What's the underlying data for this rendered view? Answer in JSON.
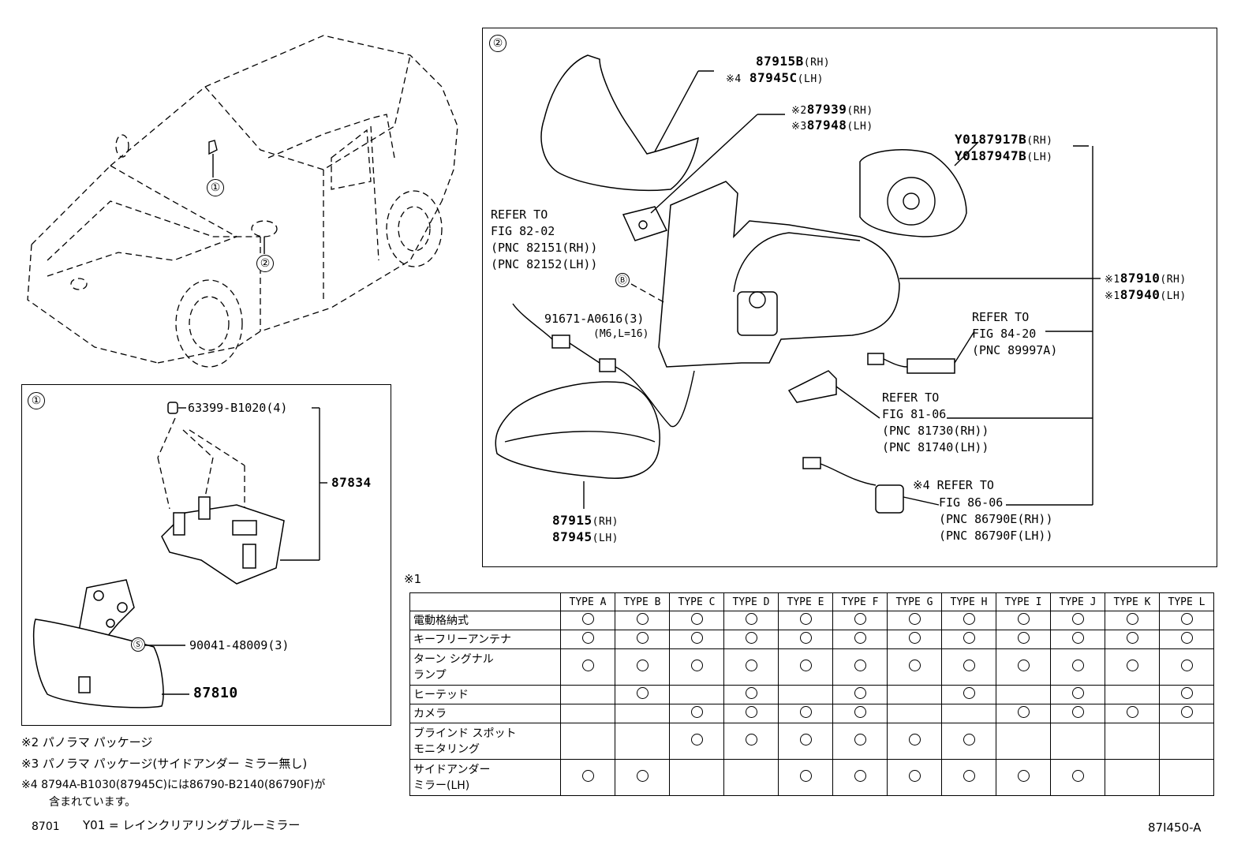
{
  "callouts": {
    "c1": "①",
    "c2": "②",
    "b": "Ⓑ",
    "s": "Ⓢ"
  },
  "box1": {
    "p63399": "63399-B1020(4)",
    "p87834": "87834",
    "p90041": "90041-48009(3)",
    "p87810": "87810"
  },
  "box2": {
    "p87915b": "87915B",
    "rh": "(RH)",
    "lh": "(LH)",
    "m4": "※4",
    "p87945c": "87945C",
    "m2": "※2",
    "p87939": "87939",
    "m3": "※3",
    "p87948": "87948",
    "y01a": "Y01",
    "p87917b": "87917B",
    "y01b": "Y01",
    "p87947b": "87947B",
    "refer1": [
      "REFER TO",
      "FIG 82-02",
      "(PNC 82151(RH))",
      "(PNC 82152(LH))"
    ],
    "p91671": "91671-A0616(3)",
    "m6": "(M6,L=16)",
    "m1a": "※1",
    "p87910": "87910",
    "m1b": "※1",
    "p87940": "87940",
    "refer2": [
      "REFER TO",
      "FIG 84-20",
      "(PNC 89997A)"
    ],
    "refer3": [
      "REFER TO",
      "FIG 81-06",
      "(PNC 81730(RH))",
      "(PNC 81740(LH))"
    ],
    "refer4_head": "※4 REFER TO",
    "refer4": [
      "FIG 86-06",
      "(PNC 86790E(RH))",
      "(PNC 86790F(LH))"
    ],
    "p87915": "87915",
    "p87945": "87945"
  },
  "table": {
    "marker": "※1",
    "headers": [
      "TYPE A",
      "TYPE B",
      "TYPE C",
      "TYPE D",
      "TYPE E",
      "TYPE F",
      "TYPE G",
      "TYPE H",
      "TYPE I",
      "TYPE J",
      "TYPE K",
      "TYPE L"
    ],
    "rows": [
      {
        "feature": "電動格納式",
        "marks": [
          1,
          1,
          1,
          1,
          1,
          1,
          1,
          1,
          1,
          1,
          1,
          1
        ]
      },
      {
        "feature": "キーフリーアンテナ",
        "marks": [
          1,
          1,
          1,
          1,
          1,
          1,
          1,
          1,
          1,
          1,
          1,
          1
        ]
      },
      {
        "feature": "ターン シグナル\nランプ",
        "marks": [
          1,
          1,
          1,
          1,
          1,
          1,
          1,
          1,
          1,
          1,
          1,
          1
        ]
      },
      {
        "feature": "ヒーテッド",
        "marks": [
          0,
          1,
          0,
          1,
          0,
          1,
          0,
          1,
          0,
          1,
          0,
          1
        ]
      },
      {
        "feature": "カメラ",
        "marks": [
          0,
          0,
          1,
          1,
          1,
          1,
          0,
          0,
          1,
          1,
          1,
          1
        ]
      },
      {
        "feature": "ブラインド スポット\nモニタリング",
        "marks": [
          0,
          0,
          1,
          1,
          1,
          1,
          1,
          1,
          0,
          0,
          0,
          0
        ]
      },
      {
        "feature": "サイドアンダー\nミラー(LH)",
        "marks": [
          1,
          1,
          0,
          0,
          1,
          1,
          1,
          1,
          1,
          1,
          0,
          0
        ]
      }
    ]
  },
  "notes": {
    "n2": "※2 パノラマ パッケージ",
    "n3": "※3 パノラマ パッケージ(サイドアンダー ミラー無し)",
    "n4a": "※4 8794A-B1030(87945C)には86790-B2140(86790F)が",
    "n4b": "含まれています。",
    "code": "8701",
    "y01": "Y01 = レインクリアリングブルーミラー",
    "figno": "87I450-A"
  }
}
